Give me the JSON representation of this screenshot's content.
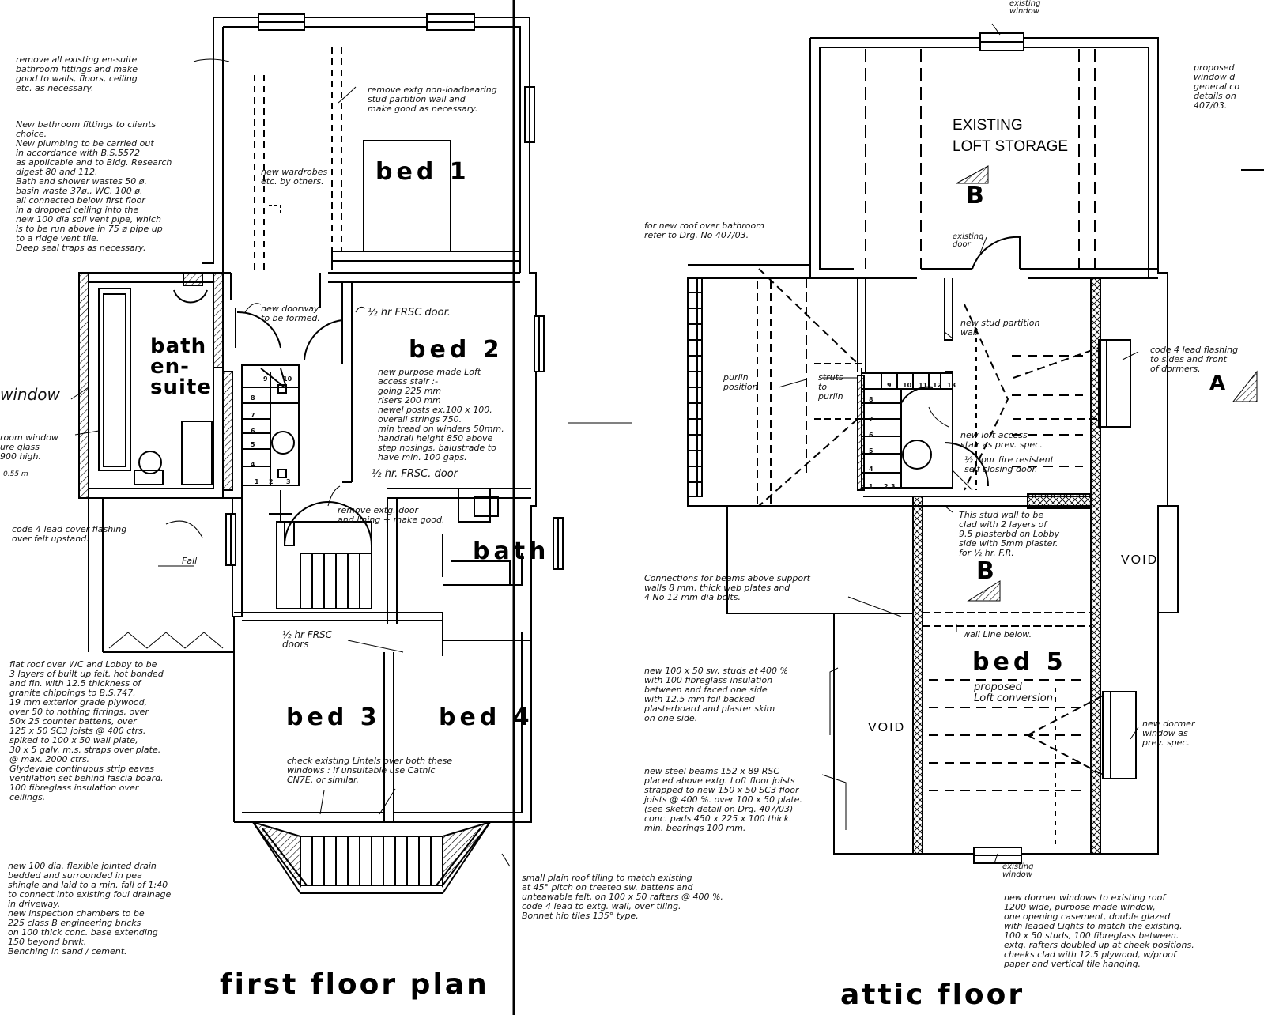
{
  "titles": {
    "first_floor": "first  floor  plan",
    "attic_floor": "attic  floor"
  },
  "rooms": {
    "bed1": "bed 1",
    "bed2": "bed 2",
    "bed3": "bed 3",
    "bed4": "bed 4",
    "bath": "bath",
    "bath_ensuite": "bath\nen-\nsuite",
    "bed5": "bed 5",
    "bed5_sub": "proposed\nLoft conversion",
    "loft_storage": "EXISTING\nLOFT STORAGE",
    "void_left": "VOID",
    "void_right": "VOID"
  },
  "section_marks": {
    "b_top": "B",
    "b_mid": "B",
    "a_right": "A"
  },
  "stair": {
    "first_floor_treads": [
      "1",
      "2",
      "3",
      "4",
      "5",
      "6",
      "7",
      "8",
      "9",
      "10"
    ],
    "attic_treads": [
      "1",
      "2",
      "3",
      "4",
      "5",
      "6",
      "7",
      "8",
      "9",
      "10",
      "11",
      "12",
      "13"
    ]
  },
  "notes": {
    "remove_ensuite": "remove all existing en-suite\nbathroom fittings and make\ngood to walls, floors, ceiling\netc. as necessary.",
    "new_bathroom": "New bathroom fittings to clients\nchoice.\nNew plumbing to be carried out\nin accordance with B.S.5572\nas applicable and to Bldg. Research\ndigest 80 and 112.\nBath and shower wastes 50 ø.\nbasin waste 37ø., WC. 100 ø.\nall connected below first floor\nin a dropped ceiling into the\nnew 100 dia soil vent pipe, which\nis to be run above in 75 ø pipe up\nto a ridge vent tile.\nDeep seal traps as necessary.",
    "remove_partition": "remove extg non-loadbearing\nstud partition wall and\nmake good as necessary.",
    "wardrobes": "new wardrobes\netc. by others.",
    "new_doorway": "new doorway\nto be formed.",
    "frsc_door_top": "½ hr FRSC door.",
    "stair_spec": "new purpose made Loft\naccess stair :-\ngoing 225 mm\nrisers 200 mm\nnewel posts ex.100 x 100.\noverall strings 750.\nmin tread on winders 50mm.\nhandrail height 850 above\nstep nosings, balustrade to\nhave min. 100 gaps.",
    "frsc_door_mid": "½ hr. FRSC. door",
    "remove_door": "remove extg. door\nand lining + make good.",
    "window_left": "window",
    "window_note": "room window\nure glass\n900 high.",
    "window_dim": "0.55 m",
    "lead_cover": "code 4 lead cover flashing\nover felt upstand.",
    "fall": "Fall",
    "frsc_doors_bottom": "½ hr FRSC\ndoors",
    "flat_roof": "flat roof over WC and Lobby to be\n3 layers of built up felt, hot bonded\nand fin. with 12.5 thickness of\ngranite chippings to B.S.747.\n19 mm exterior grade plywood,\nover 50 to nothing firrings, over\n50x 25 counter battens, over\n125 x 50 SC3 joists @ 400 ctrs.\nspiked to 100 x 50 wall plate,\n30 x 5 galv. m.s. straps over plate.\n@ max. 2000 ctrs.\nGlydevale continuous strip eaves\nventilation set behind fascia board.\n100 fibreglass insulation over\nceilings.",
    "lintels": "check existing Lintels over both these\nwindows : if unsuitable use Catnic\nCN7E. or similar.",
    "drain": "new 100 dia. flexible jointed drain\nbedded and surrounded in pea\nshingle and laid to a min. fall of 1:40\nto connect into existing foul drainage\nin driveway.",
    "inspection": "new inspection chambers to be\n225 class B engineering bricks\non 100 thick conc. base extending\n150 beyond brwk.\nBenching in sand / cement.",
    "roof_tiling": "small plain roof tiling to match existing\nat 45° pitch on treated sw. battens and\nunteawable felt, on 100 x 50 rafters @ 400 %.\ncode 4 lead to extg. wall, over tiling.\nBonnet hip tiles 135° type.",
    "existing_window_top": "existing\nwindow",
    "proposed_window": "proposed\nwindow d\ngeneral co\ndetails on\n407/03.",
    "roof_bathroom": "for new roof over bathroom\nrefer to Drg. No 407/03.",
    "existing_door": "existing\ndoor",
    "stud_partition": "new stud partition\nwall",
    "lead_flashing": "code 4 lead flashing\nto sides and front\nof dormers.",
    "purlin": "purlin\nposition",
    "struts": "struts\nto\npurlin",
    "loft_stair": "new loft access\nstair as prev. spec.",
    "fire_door": "½ hour fire resistent\nself closing door.",
    "stud_wall": "This stud wall to be\nclad with 2 layers of\n9.5 plasterbd on Lobby\nside with 5mm plaster.\nfor ½ hr. F.R.",
    "connections": "Connections for beams above support\nwalls 8 mm. thick web plates and\n4 No 12 mm dia bolts.",
    "wall_line": "wall Line below.",
    "studs": "new 100 x 50 sw. studs at 400 %\nwith 100 fibreglass insulation\nbetween and faced one side\nwith 12.5 mm foil backed\nplasterboard and plaster skim\non one side.",
    "steel_beams": "new steel beams 152 x 89 RSC\nplaced above extg. Loft floor joists\nstrapped to new 150 x 50 SC3 floor\njoists @ 400 %. over 100 x 50 plate.\n(see sketch detail on Drg. 407/03)\nconc. pads 450 x 225 x 100 thick.\nmin. bearings 100 mm.",
    "new_dormer": "new dormer\nwindow as\nprev. spec.",
    "existing_window_bottom": "existing\nwindow",
    "dormer_windows": "new dormer windows to existing roof\n1200 wide, purpose made window,\none opening casement, double glazed\nwith leaded Lights to match the existing.\n100 x 50 studs, 100 fibreglass between.\nextg. rafters doubled up at cheek positions.\ncheeks clad with 12.5 plywood, w/proof\npaper and vertical tile hanging."
  }
}
